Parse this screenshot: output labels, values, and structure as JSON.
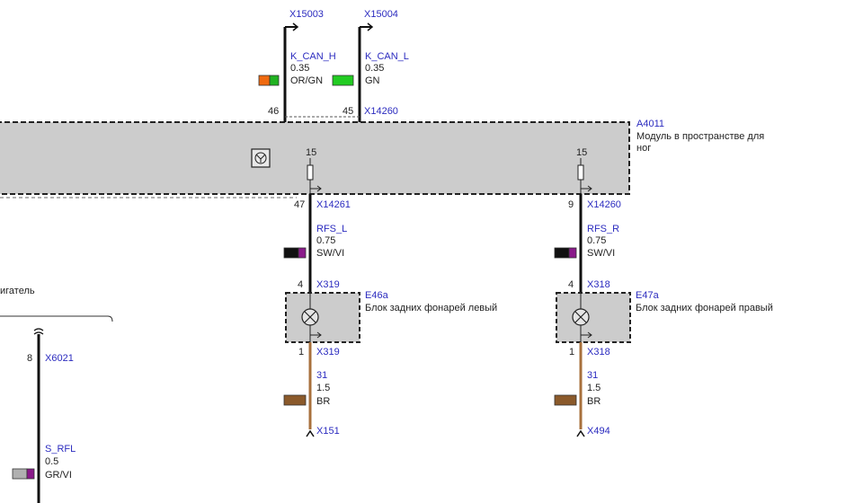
{
  "module": {
    "id": "A4011",
    "name_line1": "Модуль в пространстве для",
    "name_line2": "ног",
    "connector_top": "X14260",
    "pin_can_h": "46",
    "pin_can_l": "45",
    "pin_15": "15"
  },
  "can_h": {
    "connector": "X15003",
    "signal": "K_CAN_H",
    "gauge": "0.35",
    "color_code": "OR/GN",
    "color_a": "#f06a10",
    "color_b": "#21b221"
  },
  "can_l": {
    "connector": "X15004",
    "signal": "K_CAN_L",
    "gauge": "0.35",
    "color_code": "GN",
    "color_a": "#22cc22"
  },
  "left": {
    "pin_module": "47",
    "connector_module": "X14261",
    "signal": "RFS_L",
    "gauge": "0.75",
    "color_code": "SW/VI",
    "color_a": "#111111",
    "color_b": "#8a1a8a",
    "pin_lamp_in": "4",
    "connector_lamp_in": "X319",
    "lamp_id": "E46a",
    "lamp_name": "Блок задних фонарей левый",
    "pin_lamp_out": "1",
    "connector_lamp_out": "X319",
    "ground_signal": "31",
    "ground_gauge": "1.5",
    "ground_color": "BR",
    "ground_color_hex": "#8b5a2b",
    "ground_connector": "X151"
  },
  "right": {
    "pin_module": "9",
    "connector_module": "X14260",
    "signal": "RFS_R",
    "gauge": "0.75",
    "color_code": "SW/VI",
    "color_a": "#111111",
    "color_b": "#8a1a8a",
    "pin_lamp_in": "4",
    "connector_lamp_in": "X318",
    "lamp_id": "E47a",
    "lamp_name": "Блок задних фонарей правый",
    "pin_lamp_out": "1",
    "connector_lamp_out": "X318",
    "ground_signal": "31",
    "ground_gauge": "1.5",
    "ground_color": "BR",
    "ground_color_hex": "#8b5a2b",
    "ground_connector": "X494"
  },
  "far_left": {
    "partial_label": "игатель",
    "pin": "8",
    "connector": "X6021",
    "signal": "S_RFL",
    "gauge": "0.5",
    "color_code": "GR/VI",
    "color_a": "#b0b0b0",
    "color_b": "#8a1a8a"
  },
  "colors": {
    "module_fill": "#cccccc",
    "wire": "#111111",
    "link_blue": "#2b2bbf"
  }
}
